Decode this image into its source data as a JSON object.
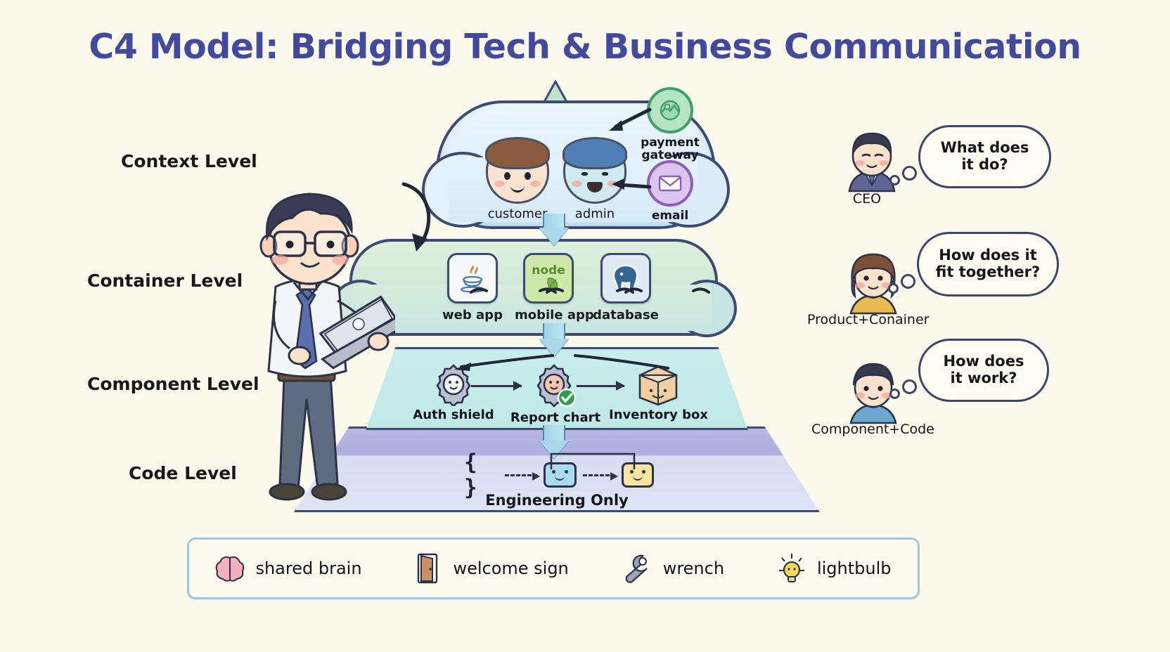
{
  "title": "C4 Model: Bridging Tech & Business Communication",
  "theme": {
    "background": "#fbf8ec",
    "title_color": "#414a9c",
    "outline": "#3d4a73",
    "cloud_fill": "#ddeefb",
    "container_fill": "#cfe9d6",
    "component_fill": "#bfe9e6",
    "code_fill": "#aeb0df",
    "arrow_fill": "#a8d8ea",
    "legend_border": "#9ec8e4"
  },
  "levels": [
    {
      "label": "Context Level"
    },
    {
      "label": "Container Level"
    },
    {
      "label": "Component Level"
    },
    {
      "label": "Code Level"
    }
  ],
  "context": {
    "actors": [
      {
        "label": "customer",
        "icon": "child-face-icon",
        "color": "#f7e1cf",
        "hair": "#8a5b3e",
        "blush": "#f2a9a0"
      },
      {
        "label": "admin",
        "icon": "admin-face-icon",
        "color": "#cfeaf0",
        "hair": "#4f7fb5",
        "blush": "#f2a9a0"
      }
    ],
    "external_systems": [
      {
        "label": "payment gateway",
        "icon": "globe-icon",
        "glyph": "ἱ0",
        "color": "#3f9f6d",
        "fill": "#b6e3c4"
      },
      {
        "label": "email",
        "icon": "envelope-icon",
        "glyph": "✉",
        "color": "#8e5fb8",
        "fill": "#dcc5ef"
      }
    ]
  },
  "containers": [
    {
      "label": "web app",
      "icon": "java-icon",
      "tint": "#f2f6fa"
    },
    {
      "label": "mobile app",
      "icon": "node-icon",
      "tint": "#cfe8a8"
    },
    {
      "label": "database",
      "icon": "postgresql-elephant-icon",
      "tint": "#dde9f4"
    }
  ],
  "components": [
    {
      "label": "Auth shield",
      "icon": "gear-icon"
    },
    {
      "label": "Report chart",
      "icon": "gear-check-icon"
    },
    {
      "label": "Inventory box",
      "icon": "package-box-icon"
    }
  ],
  "code": {
    "braces": "{ }",
    "nodes": [
      {
        "icon": "code-node-blue-icon",
        "color": "#a9dcf0"
      },
      {
        "icon": "code-node-yellow-icon",
        "color": "#fbe3a2"
      }
    ],
    "footer": "Engineering Only"
  },
  "personas": [
    {
      "label": "CEO",
      "question": "What does\nit do?",
      "q1": "What does",
      "q2": "it do?",
      "suit": "#5e6494",
      "hair": "#3a3a4d",
      "skin": "#fbe2cd"
    },
    {
      "label": "Product+Conainer",
      "question": "How does it\nfit together?",
      "q1": "How does it",
      "q2": "fit together?",
      "suit": "#e8ba4f",
      "hair": "#7c4f36",
      "skin": "#fbe2cd"
    },
    {
      "label": "Component+Code",
      "question": "How does\nit work?",
      "q1": "How does",
      "q2": "it work?",
      "suit": "#6fa8cf",
      "hair": "#343a52",
      "skin": "#fbe2cd"
    }
  ],
  "legend": [
    {
      "label": "shared brain",
      "icon": "brain-icon",
      "color": "#f3b0bd"
    },
    {
      "label": "welcome sign",
      "icon": "door-icon",
      "color": "#c99266"
    },
    {
      "label": "wrench",
      "icon": "wrench-icon",
      "color": "#9aa3b4"
    },
    {
      "label": "lightbulb",
      "icon": "lightbulb-icon",
      "color": "#f6d851"
    }
  ]
}
